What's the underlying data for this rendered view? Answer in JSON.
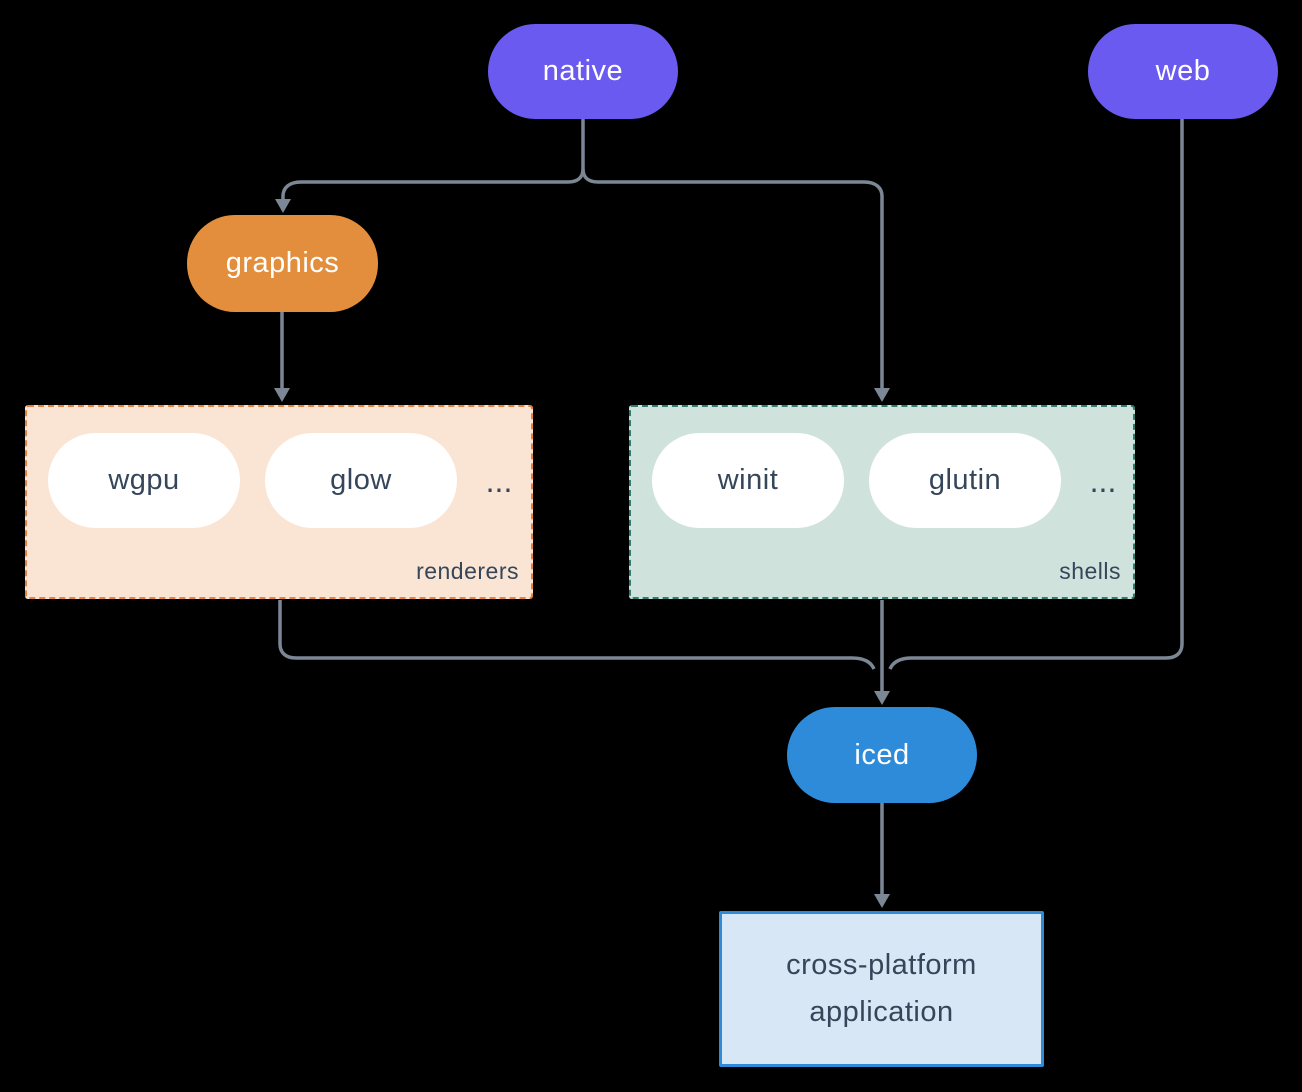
{
  "nodes": {
    "native": {
      "label": "native",
      "color": "#6B5AF0"
    },
    "web": {
      "label": "web",
      "color": "#6B5AF0"
    },
    "graphics": {
      "label": "graphics",
      "color": "#E38E3D"
    },
    "iced": {
      "label": "iced",
      "color": "#2E8BD9"
    },
    "app": {
      "label": "cross-platform application",
      "fill": "#D7E7F6",
      "border": "#2E8BD9"
    }
  },
  "groups": {
    "renderers": {
      "label": "renderers",
      "fill": "#FAE4D4",
      "border": "#E8823C",
      "items": [
        "wgpu",
        "glow"
      ],
      "ellipsis": "..."
    },
    "shells": {
      "label": "shells",
      "fill": "#D0E2DC",
      "border": "#2E7D6E",
      "items": [
        "winit",
        "glutin"
      ],
      "ellipsis": "..."
    }
  },
  "edges": [
    {
      "from": "native",
      "to": "graphics"
    },
    {
      "from": "native",
      "to": "shells"
    },
    {
      "from": "graphics",
      "to": "renderers"
    },
    {
      "from": "renderers",
      "to": "iced"
    },
    {
      "from": "shells",
      "to": "iced"
    },
    {
      "from": "web",
      "to": "iced"
    },
    {
      "from": "iced",
      "to": "cross-platform application"
    }
  ],
  "colors": {
    "background": "#000000",
    "edge": "#7C8795",
    "pill_text_dark": "#36465A",
    "pill_text_light": "#FFFFFF"
  }
}
